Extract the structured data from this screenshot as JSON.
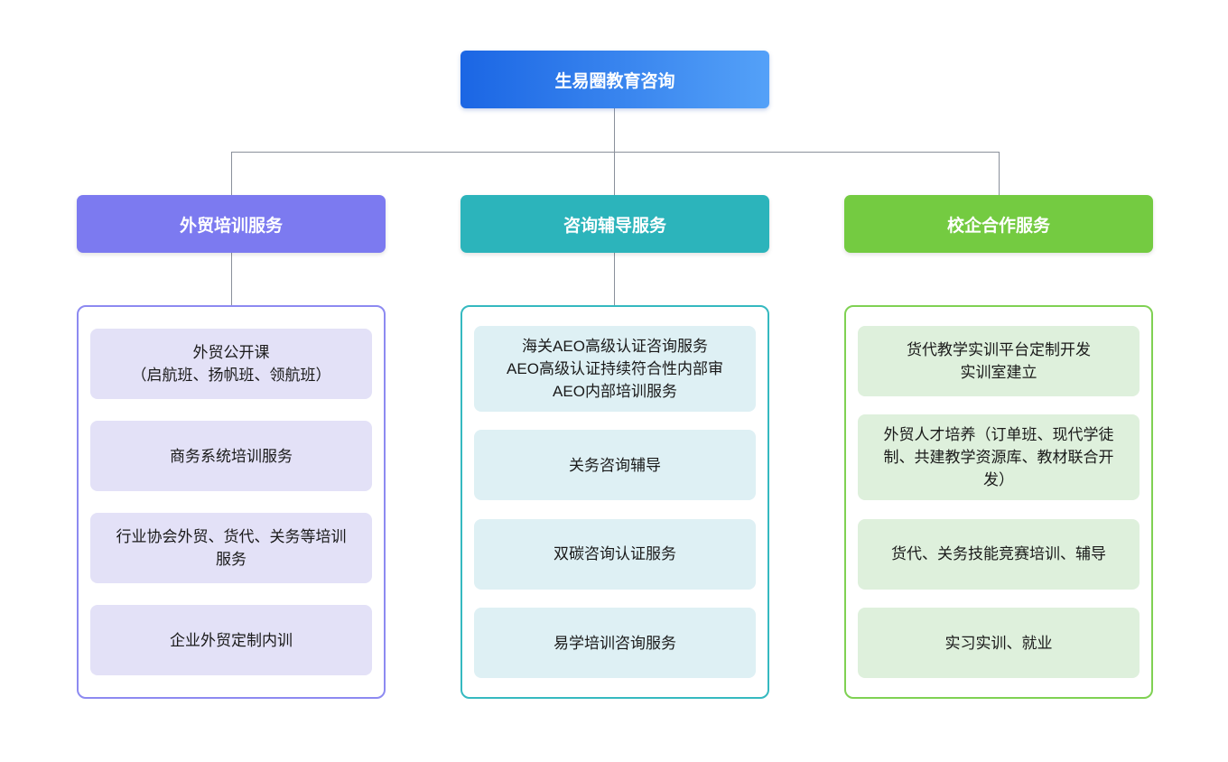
{
  "root": {
    "label": "生易圈教育咨询",
    "gradient_from": "#1b66e4",
    "gradient_to": "#54a1f8"
  },
  "connector_color": "#8a909b",
  "branches": [
    {
      "label": "外贸培训服务",
      "header_color": "#7c7af0",
      "border_color": "#8d8af1",
      "item_bg": "#e3e1f7",
      "items": [
        {
          "lines": [
            "外贸公开课",
            "（启航班、扬帆班、领航班）"
          ]
        },
        {
          "lines": [
            "商务系统培训服务"
          ]
        },
        {
          "lines": [
            "行业协会外贸、货代、关务等培训服务"
          ]
        },
        {
          "lines": [
            "企业外贸定制内训"
          ]
        }
      ]
    },
    {
      "label": "咨询辅导服务",
      "header_color": "#2cb4bb",
      "border_color": "#35b9c0",
      "item_bg": "#def0f4",
      "items": [
        {
          "lines": [
            "海关AEO高级认证咨询服务",
            "AEO高级认证持续符合性内部审",
            "AEO内部培训服务"
          ]
        },
        {
          "lines": [
            "关务咨询辅导"
          ]
        },
        {
          "lines": [
            "双碳咨询认证服务"
          ]
        },
        {
          "lines": [
            "易学培训咨询服务"
          ]
        }
      ]
    },
    {
      "label": "校企合作服务",
      "header_color": "#74cb41",
      "border_color": "#7fd153",
      "item_bg": "#def0dc",
      "items": [
        {
          "lines": [
            "货代教学实训平台定制开发",
            "实训室建立"
          ]
        },
        {
          "lines": [
            "外贸人才培养（订单班、现代学徒制、共建教学资源库、教材联合开发）"
          ]
        },
        {
          "lines": [
            "货代、关务技能竞赛培训、辅导"
          ]
        },
        {
          "lines": [
            "实习实训、就业"
          ]
        }
      ]
    }
  ]
}
